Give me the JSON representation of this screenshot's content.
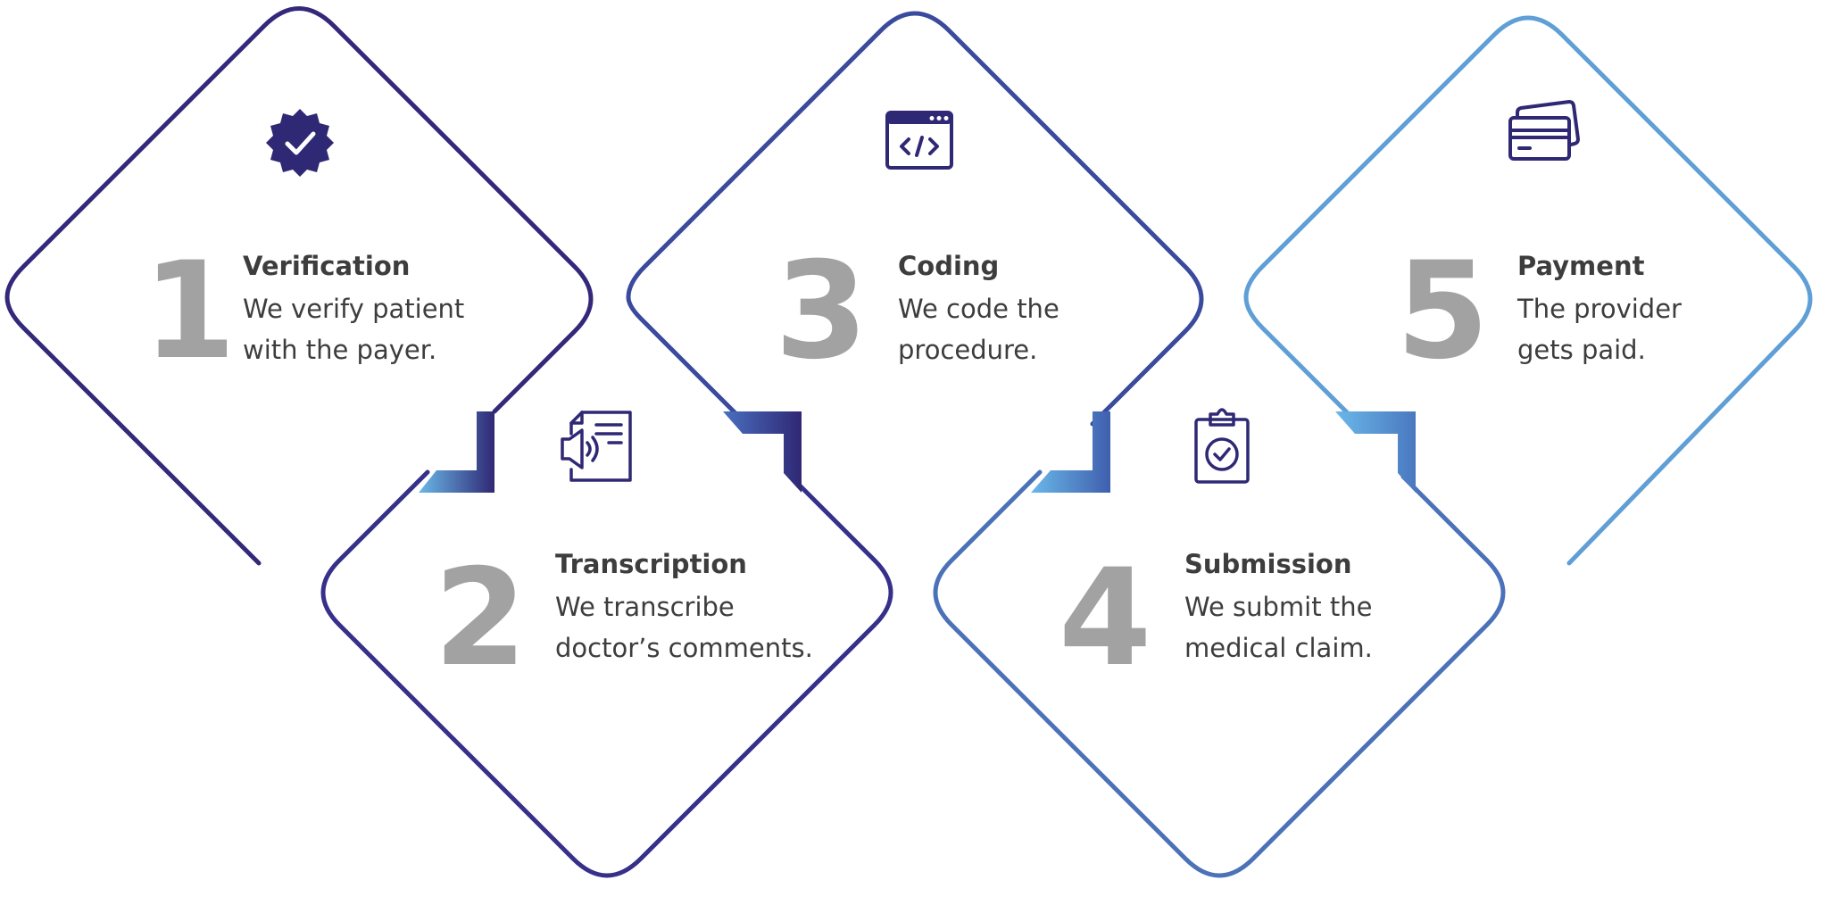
{
  "steps": [
    {
      "number": "1",
      "title": "Verification",
      "desc_line1": "We verify patient",
      "desc_line2": "with the payer.",
      "icon": "verified-badge-icon",
      "color": "#33287a"
    },
    {
      "number": "2",
      "title": "Transcription",
      "desc_line1": "We transcribe",
      "desc_line2": "doctor’s comments.",
      "icon": "audio-document-icon",
      "color": "#36308a"
    },
    {
      "number": "3",
      "title": "Coding",
      "desc_line1": "We code the",
      "desc_line2": "procedure.",
      "icon": "code-window-icon",
      "color": "#3a4a9c"
    },
    {
      "number": "4",
      "title": "Submission",
      "desc_line1": "We submit the",
      "desc_line2": "medical claim.",
      "icon": "clipboard-check-icon",
      "color": "#4b72b8"
    },
    {
      "number": "5",
      "title": "Payment",
      "desc_line1": "The provider",
      "desc_line2": "gets paid.",
      "icon": "credit-cards-icon",
      "color": "#5f9fd6"
    }
  ],
  "colors": {
    "number_gray": "#a2a2a2",
    "text_dark": "#3d3d3d",
    "icon_navy": "#2f2874",
    "gradient_start": "#31267a",
    "gradient_end": "#6ab8e8"
  }
}
